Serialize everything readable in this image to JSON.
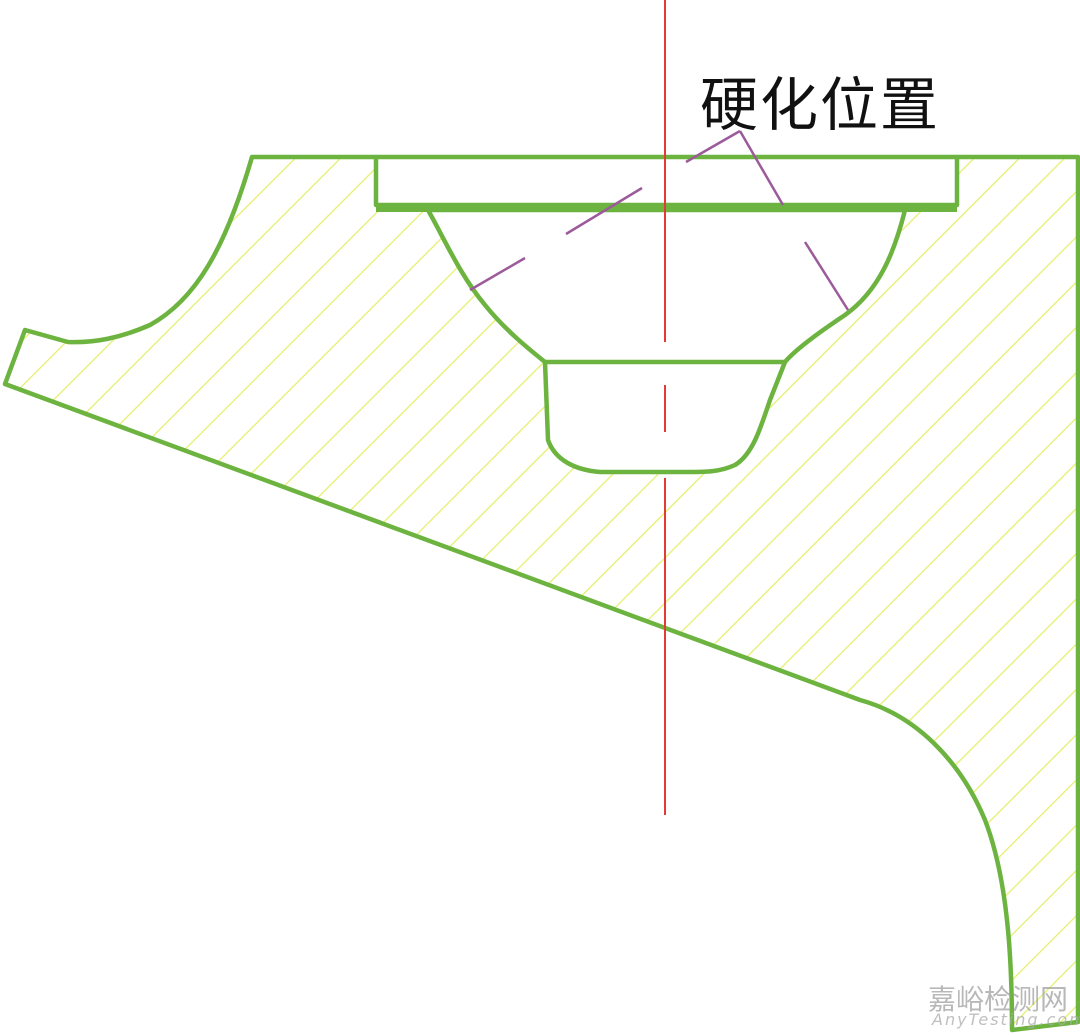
{
  "annotation": {
    "label": "硬化位置"
  },
  "watermark": {
    "cn": "嘉峪检测网",
    "en": "AnyTesting.com"
  },
  "colors": {
    "outline": "#6db33f",
    "hatch": "#e4ef6a",
    "centerline": "#e53935",
    "leader": "#9b5b9b",
    "background": "#ffffff"
  }
}
